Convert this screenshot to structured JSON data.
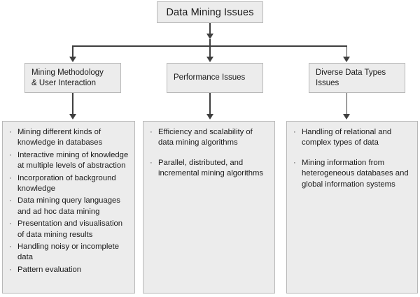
{
  "diagram": {
    "title_node": {
      "label": "Data Mining Issues"
    },
    "categories": [
      {
        "label": "Mining Methodology\n& User Interaction"
      },
      {
        "label": "Performance Issues"
      },
      {
        "label": "Diverse Data Types\nIssues"
      }
    ],
    "details": [
      {
        "bullet_glyph": "·",
        "items": [
          "Mining different kinds of knowledge in databases",
          "Interactive mining of knowledge at multiple levels of abstraction",
          "Incorporation of background knowledge",
          "Data mining query languages and ad hoc data mining",
          "Presentation and visualisation of data mining results",
          "Handling noisy or incomplete data",
          "Pattern evaluation"
        ]
      },
      {
        "bullet_glyph": "·",
        "items": [
          "Efficiency and scalability of data mining algorithms",
          "Parallel, distributed, and incremental mining algorithms"
        ]
      },
      {
        "bullet_glyph": "·",
        "items": [
          "Handling of relational and complex types of data",
          "Mining information from heterogeneous databases and global information systems"
        ]
      }
    ],
    "colors": {
      "box_fill": "#ececec",
      "box_border": "#b8b8b8",
      "connector": "#3f3f3f",
      "text": "#1a1a1a",
      "background": "#ffffff"
    }
  }
}
